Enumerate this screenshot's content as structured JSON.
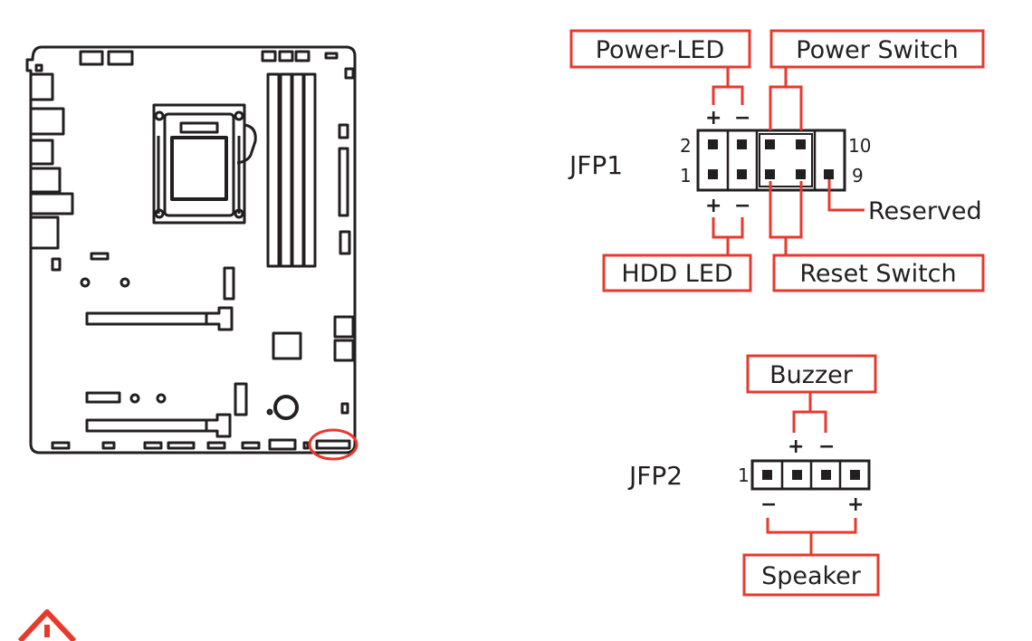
{
  "colors": {
    "accent": "#e8392c",
    "ink": "#231f20",
    "background": "#ffffff"
  },
  "board": {
    "header_marker": "red ellipse marking front panel headers"
  },
  "jfp1": {
    "title": "JFP1",
    "pin_numbers": {
      "top_left": "2",
      "bottom_left": "1",
      "top_right": "10",
      "bottom_right": "9"
    },
    "labels": {
      "power_led": "Power-LED",
      "power_switch": "Power Switch",
      "hdd_led": "HDD LED",
      "reset_switch": "Reset Switch",
      "reserved": "Reserved"
    },
    "polarity": {
      "plus": "+",
      "minus": "−"
    }
  },
  "jfp2": {
    "title": "JFP2",
    "pin_one": "1",
    "labels": {
      "buzzer": "Buzzer",
      "speaker": "Speaker"
    },
    "polarity": {
      "plus": "+",
      "minus": "−"
    }
  },
  "icons": [
    "motherboard-icon",
    "warning-icon"
  ]
}
